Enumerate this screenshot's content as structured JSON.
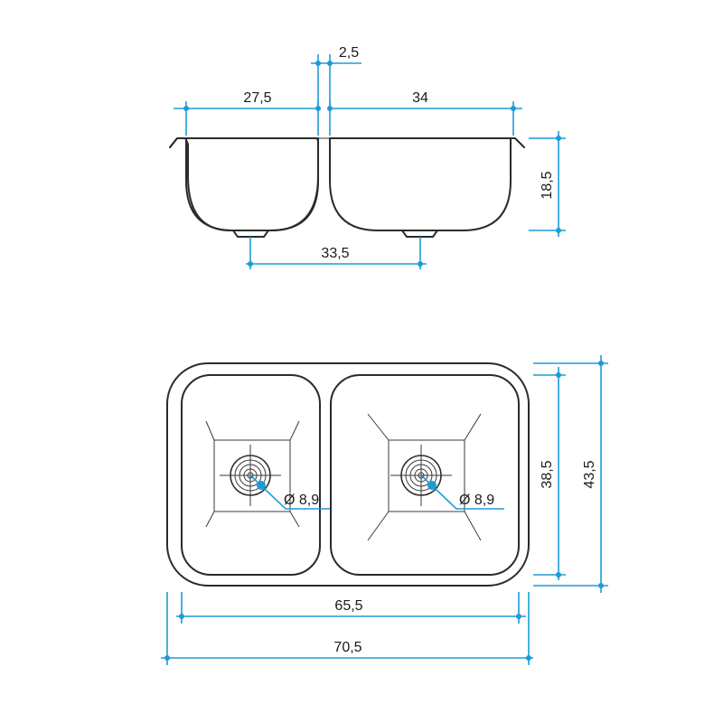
{
  "side_view": {
    "left_bowl_width": "27,5",
    "divider_width": "2,5",
    "right_bowl_width": "34",
    "drain_spacing": "33,5",
    "depth": "18,5"
  },
  "top_view": {
    "left_drain_diameter": "Ø 8,9",
    "right_drain_diameter": "Ø 8,9",
    "inner_width": "65,5",
    "outer_width": "70,5",
    "inner_depth": "38,5",
    "outer_depth": "43,5"
  },
  "colors": {
    "dimension": "#1e9bd7",
    "outline": "#2b2b2b"
  }
}
